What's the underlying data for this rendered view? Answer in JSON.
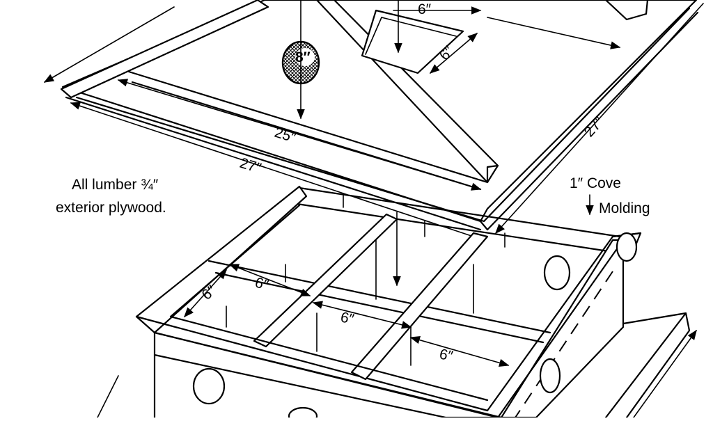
{
  "diagram": {
    "note": {
      "line1": "All lumber ¾″",
      "line2": "exterior plywood."
    },
    "callout": {
      "line1": "1″ Cove",
      "line2": "Molding"
    },
    "roof": {
      "ridge_length": "25″",
      "edge_length": "27″",
      "side_length": "27″",
      "vent_hole": "8″",
      "opening_width": "6″",
      "opening_depth": "6″"
    },
    "grid": {
      "cell_a": "6″",
      "cell_b": "6″",
      "cell_c": "6″",
      "cell_d": "6″"
    }
  }
}
